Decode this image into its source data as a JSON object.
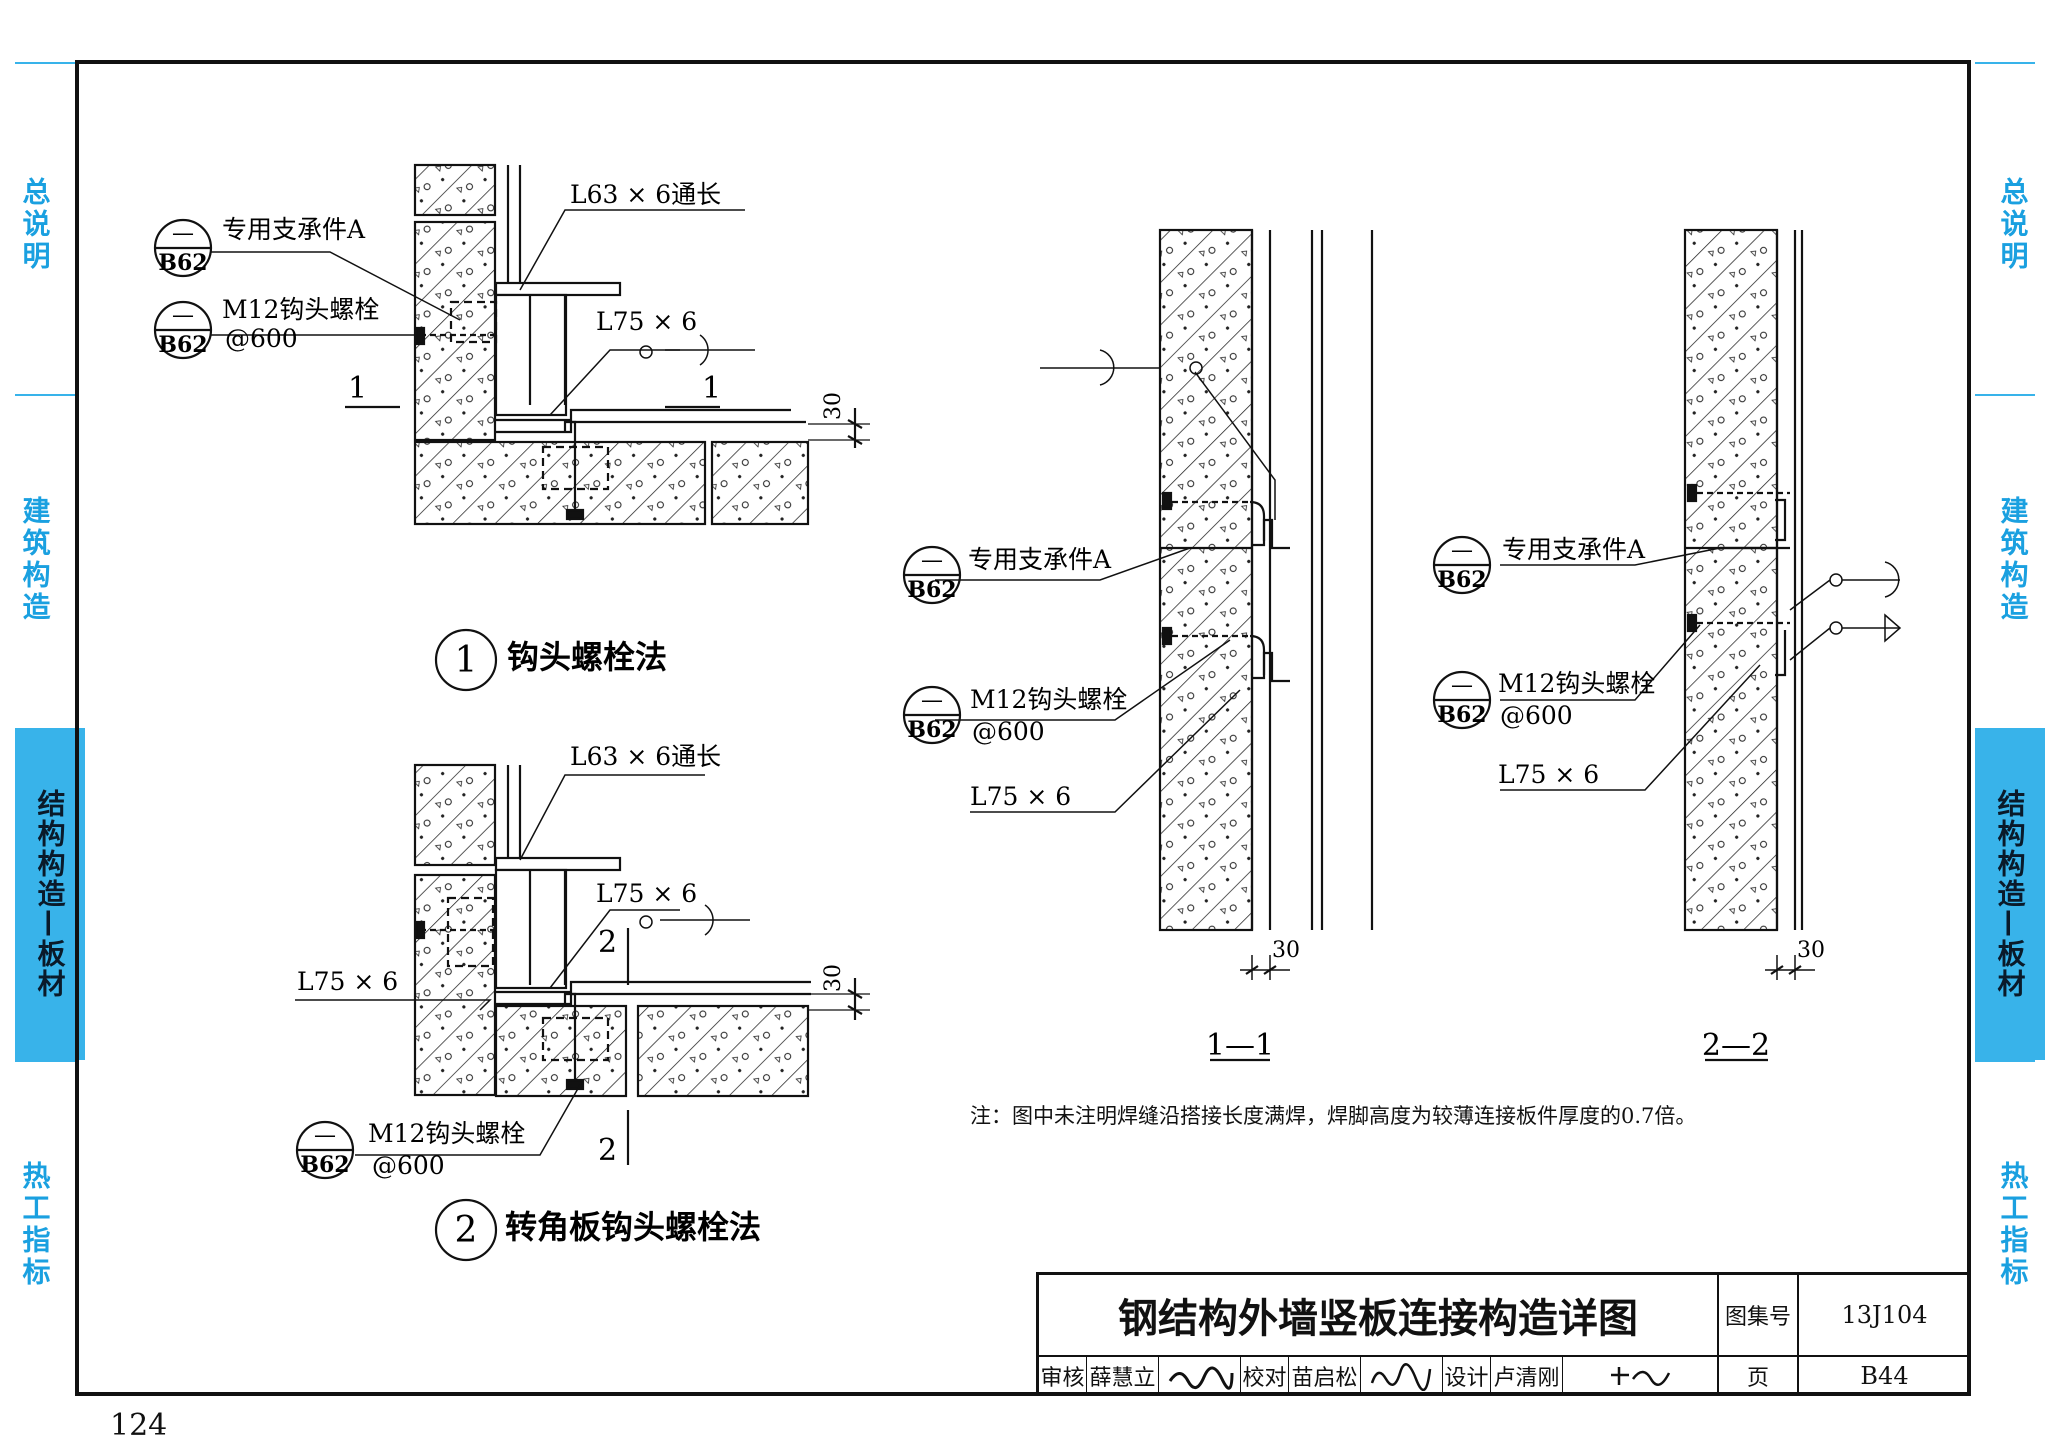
{
  "side_tabs": {
    "general": "总说明",
    "building": "建筑构造",
    "structure": "结构构造—板材",
    "thermal": "热工指标"
  },
  "colors": {
    "accent": "#38b3ea",
    "accent_text": "#1aa0e0",
    "line": "#111111"
  },
  "detail1": {
    "num": "1",
    "title": "钩头螺栓法",
    "angle_long": "L63 × 6通长",
    "angle": "L75 × 6",
    "support_text": "专用支承件A",
    "bolt_text": "M12钩头螺栓",
    "spacing": "@600",
    "ref_top": "—",
    "ref_bottom": "B62",
    "section": "1",
    "dim": "30"
  },
  "detail2": {
    "num": "2",
    "title": "转角板钩头螺栓法",
    "angle_long": "L63 × 6通长",
    "angle": "L75 × 6",
    "angle_left": "L75 × 6",
    "bolt_text": "M12钩头螺栓",
    "spacing": "@600",
    "ref_top": "—",
    "ref_bottom": "B62",
    "section": "2",
    "dim": "30"
  },
  "section11": {
    "title": "1—1",
    "support_text": "专用支承件A",
    "bolt_text": "M12钩头螺栓",
    "spacing": "@600",
    "angle": "L75 × 6",
    "ref_top": "—",
    "ref_bottom": "B62",
    "dim": "30"
  },
  "section22": {
    "title": "2—2",
    "support_text": "专用支承件A",
    "bolt_text": "M12钩头螺栓",
    "spacing": "@600",
    "angle": "L75 × 6",
    "ref_top": "—",
    "ref_bottom": "B62",
    "dim": "30"
  },
  "note": "注：图中未注明焊缝沿搭接长度满焊，焊脚高度为较薄连接板件厚度的0.7倍。",
  "title_block": {
    "title": "钢结构外墙竖板连接构造详图",
    "atlas_label": "图集号",
    "atlas_no": "13J104",
    "page_label": "页",
    "page_no": "B44",
    "review_label": "审核",
    "reviewer": "薛慧立",
    "check_label": "校对",
    "checker": "苗启松",
    "design_label": "设计",
    "designer": "卢清刚"
  },
  "page_number": "124"
}
